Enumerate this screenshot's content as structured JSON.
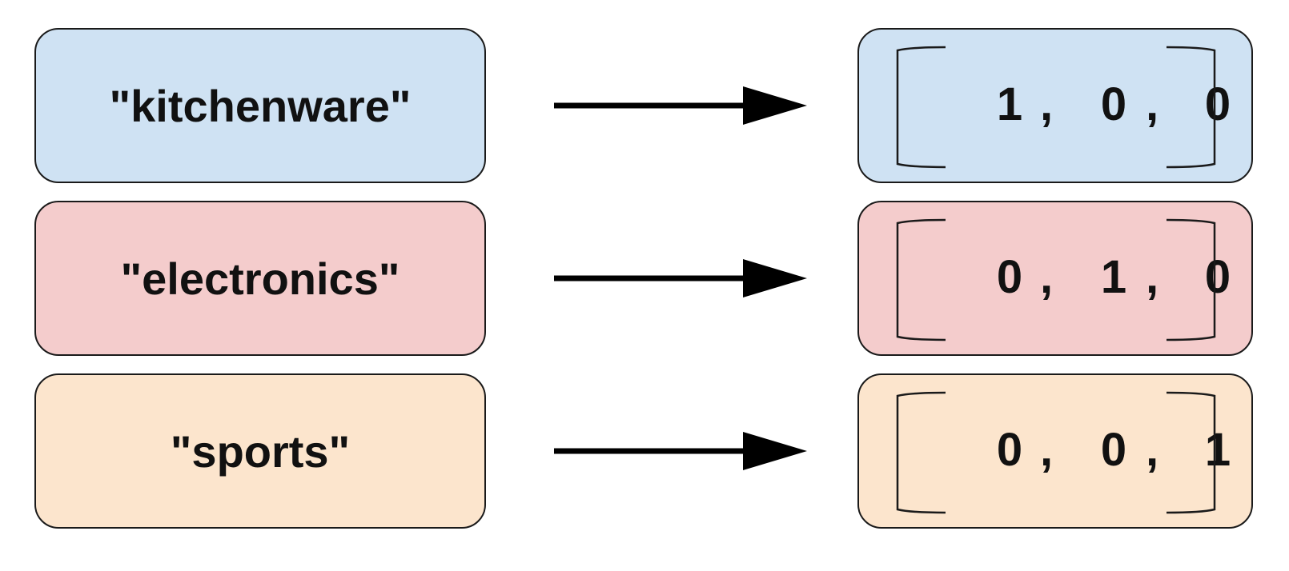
{
  "rows": [
    {
      "category": "\"kitchenware\"",
      "vector": [
        "1",
        "0",
        "0"
      ],
      "separator": ",",
      "fill": "#cfe2f3"
    },
    {
      "category": "\"electronics\"",
      "vector": [
        "0",
        "1",
        "0"
      ],
      "separator": ",",
      "fill": "#f4cccc"
    },
    {
      "category": "\"sports\"",
      "vector": [
        "0",
        "0",
        "1"
      ],
      "separator": ",",
      "fill": "#fce5cd"
    }
  ],
  "colors": {
    "stroke": "#1a1a1a",
    "text": "#111111",
    "arrow": "#000000"
  },
  "icons": {
    "arrow": "right-arrow-icon",
    "bracket_left": "left-bracket-icon",
    "bracket_right": "right-bracket-icon"
  }
}
